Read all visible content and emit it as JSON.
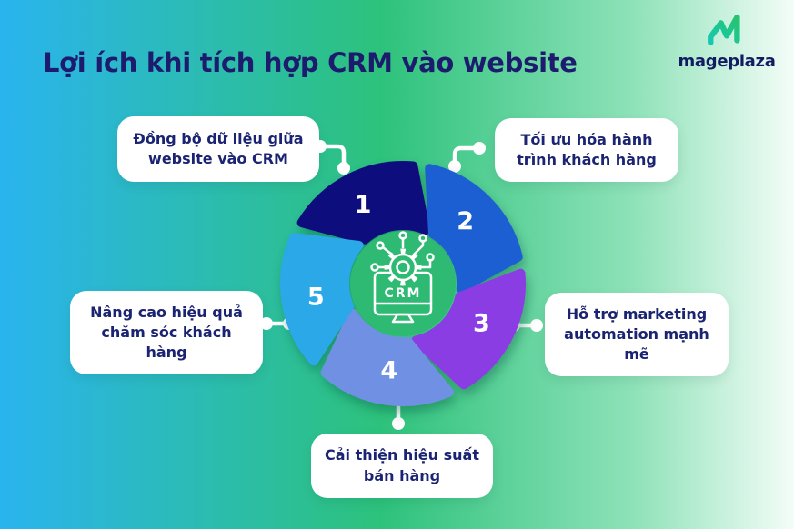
{
  "title": "Lợi ích khi tích hợp CRM vào website",
  "logo": {
    "name": "mageplaza"
  },
  "center": {
    "label": "CRM"
  },
  "items": [
    {
      "num": "1",
      "label": "Đồng bộ dữ liệu giữa website vào CRM",
      "color": "#0e0c7e"
    },
    {
      "num": "2",
      "label": "Tối ưu hóa hành trình khách hàng",
      "color": "#1d5ed2"
    },
    {
      "num": "3",
      "label": "Hỗ trợ marketing automation mạnh mẽ",
      "color": "#8a3ce2"
    },
    {
      "num": "4",
      "label": "Cải thiện hiệu suất bán hàng",
      "color": "#7090e4"
    },
    {
      "num": "5",
      "label": "Nâng cao hiệu quả chăm sóc khách hàng",
      "color": "#29a8e8"
    }
  ],
  "wheel": {
    "disc_color": "#2eba72"
  },
  "background": {
    "left": "#2ab4ef",
    "mid": "#2dc27c",
    "right": "#f4fdf8"
  }
}
